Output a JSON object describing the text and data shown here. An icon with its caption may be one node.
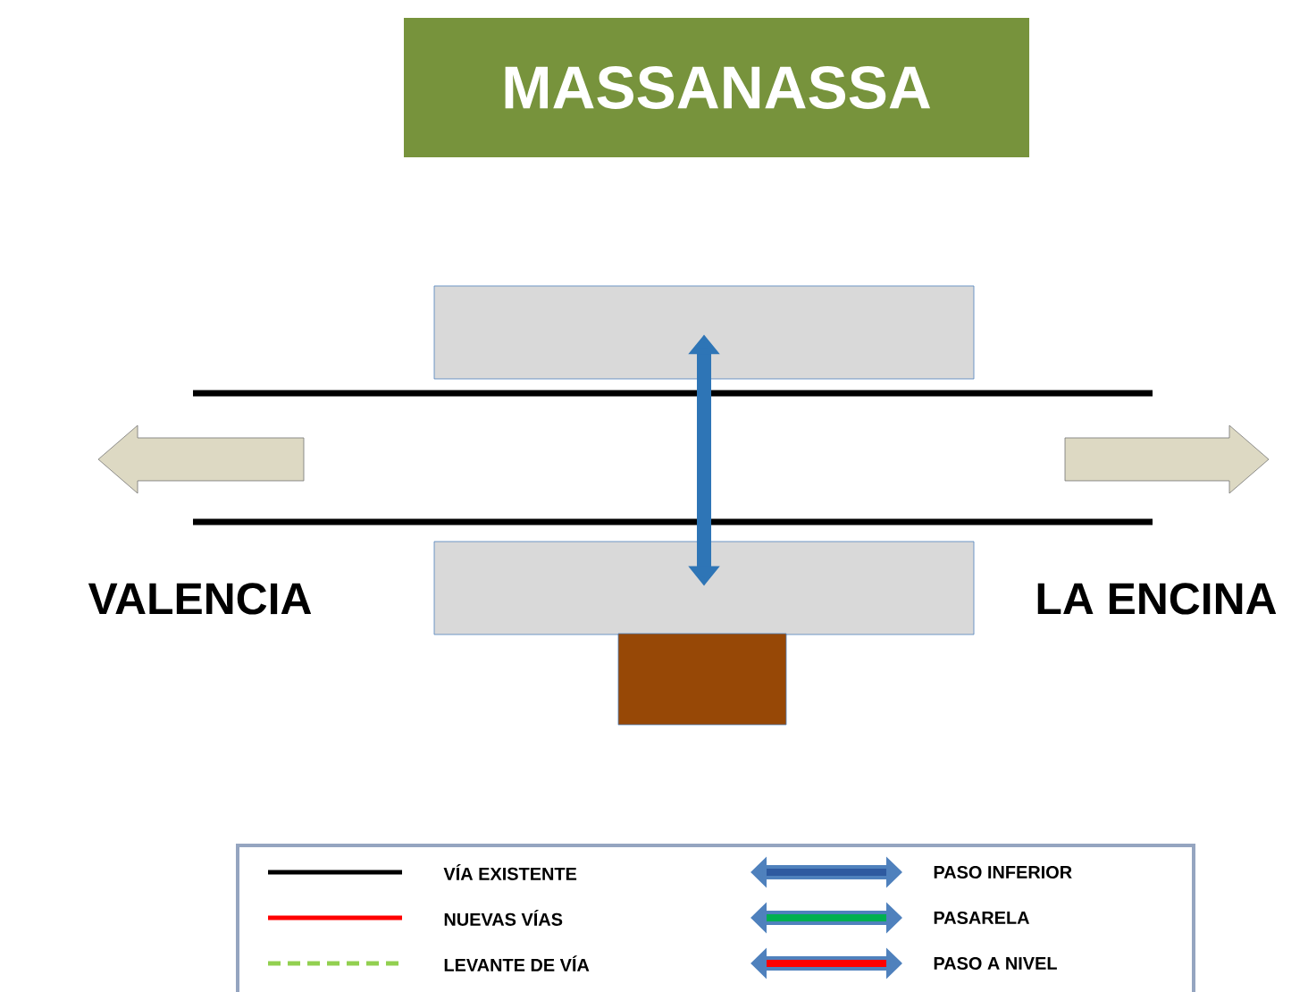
{
  "diagram": {
    "title": "MASSANASSA",
    "nodes": [
      {
        "text": [],
        "shape": "box"
      },
      {
        "text": [],
        "shape": "box"
      },
      {
        "text": [],
        "shape": "box"
      }
    ],
    "edges": [
      {
        "from": 0,
        "to": 1,
        "arrow": "both",
        "color": "#2e75b6"
      }
    ],
    "labels": [
      "VALENCIA",
      "LA ENCINA"
    ],
    "legend": [
      {
        "text": "VÍA EXISTENTE"
      },
      {
        "text": "NUEVAS VÍAS"
      },
      {
        "text": "LEVANTE DE VÍA"
      },
      {
        "text": "PASO INFERIOR"
      },
      {
        "text": "PASARELA"
      },
      {
        "text": "PASO A NIVEL"
      }
    ]
  }
}
